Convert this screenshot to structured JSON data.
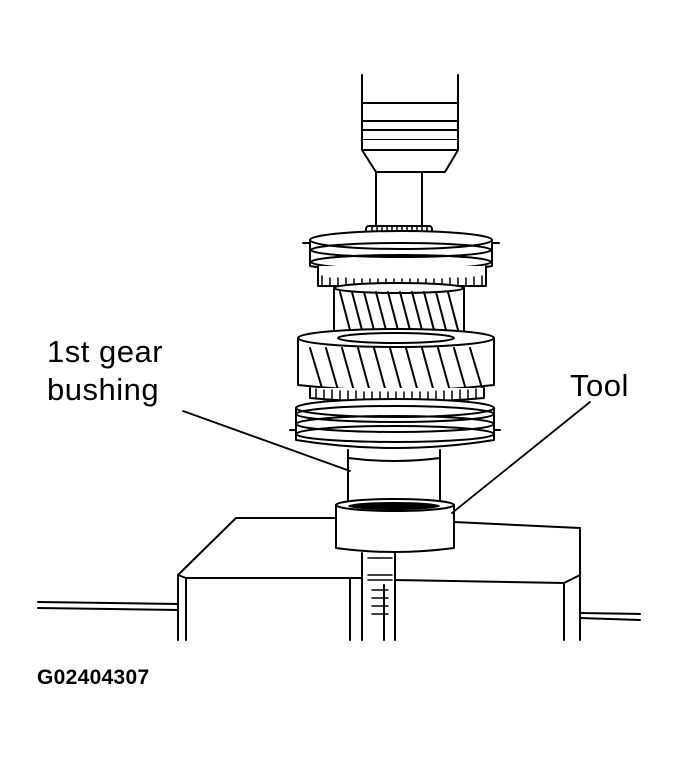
{
  "diagram": {
    "labels": {
      "bushing_line1": "1st gear",
      "bushing_line2": "bushing",
      "tool": "Tool"
    },
    "figure_id": "G02404307",
    "colors": {
      "line": "#000000",
      "fill": "#ffffff"
    }
  }
}
